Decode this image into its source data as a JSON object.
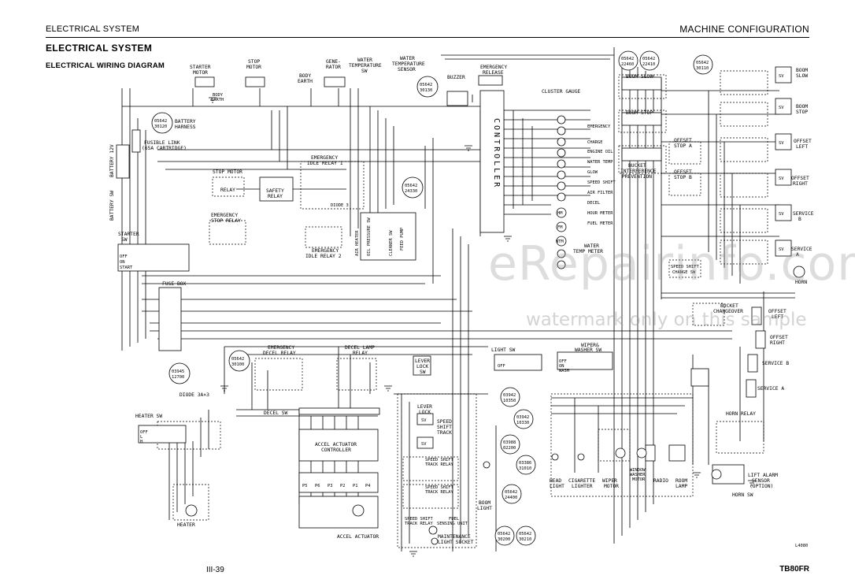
{
  "header": {
    "section": "ELECTRICAL SYSTEM",
    "chapter": "MACHINE CONFIGURATION"
  },
  "title": "ELECTRICAL SYSTEM",
  "subtitle": "ELECTRICAL WIRING DIAGRAM",
  "footer": {
    "page": "III-39",
    "model": "TB80FR"
  },
  "watermark": {
    "site": "eRepairinfo.com",
    "note": "watermark only on this sample"
  },
  "figure_code": "L4080",
  "labels": {
    "starter_motor": [
      "STARTER",
      "MOTOR"
    ],
    "stop_motor": [
      "STOP",
      "MOTOR"
    ],
    "generator": [
      "GENE-",
      "RATOR"
    ],
    "water_temp_sw": [
      "WATER",
      "TEMPERATURE",
      "SW"
    ],
    "water_temp_sensor": [
      "WATER",
      "TEMPERATURE",
      "SENSOR"
    ],
    "buzzer": "BUZZER",
    "emergency_release": [
      "EMERGENCY",
      "RELEASE"
    ],
    "cluster_gauge": "CLUSTER GAUGE",
    "controller": "CONTROLLER",
    "body_earth": [
      "BODY",
      "EARTH"
    ],
    "battery_harness": [
      "BATTERY",
      "HARNESS"
    ],
    "fusible_link": [
      "FUSIBLE LINK",
      "(65A CARTRIDGE)"
    ],
    "battery": "BATTERY 12V",
    "battery_sw": "BATTERY SW",
    "starter_sw": [
      "STARTER",
      "SW"
    ],
    "stop_motor_relay": [
      "STOP MOTOR",
      "RELAY"
    ],
    "safety_relay": [
      "SAFETY",
      "RELAY"
    ],
    "emergency_idle_relay_1": [
      "EMERGENCY",
      "IDLE RELAY 1"
    ],
    "emergency_idle_relay_2": [
      "EMERGENCY",
      "IDLE RELAY 2"
    ],
    "emergency_stop_relay": [
      "EMERGENCY",
      "STOP RELAY"
    ],
    "diode_3": "DIODE 3",
    "air_heater": "AIR HEATER",
    "oil_pressure_sw": "OIL PRESSURE SW",
    "air_cleaner_sw": "CLEANER SW",
    "feed_pump": "FEED PUMP",
    "fuse_box": "FUSE BOX",
    "gauges": [
      "EMERGENCY",
      "CHARGE",
      "ENGINE OIL",
      "WATER TEMP",
      "GLOW",
      "SPEED SHIFT",
      "AIR FILTER",
      "DECEL",
      "HOUR METER",
      "FUEL METER"
    ],
    "gauge_marks": [
      "HM",
      "FM",
      "WTM"
    ],
    "water_temp_meter": [
      "WATER",
      "TEMP METER"
    ],
    "boom_slow_sw": "BOOM SLOW",
    "boom_stop_sw": "BOOM STOP",
    "bucket_interference": [
      "BUCKET",
      "INTERFERENCE",
      "PREVENTION"
    ],
    "offset_stop_a": [
      "OFFSET",
      "STOP A"
    ],
    "offset_stop_b": [
      "OFFSET",
      "STOP B"
    ],
    "speed_shift_change_sw": [
      "SPEED SHIFT",
      "CHANGE SW"
    ],
    "bucket_changeover": [
      "BUCKET",
      "CHANGEOVER"
    ],
    "sol_valves": [
      [
        "BOOM",
        "SLOW"
      ],
      [
        "BOOM",
        "STOP"
      ],
      [
        "OFFSET",
        "LEFT"
      ],
      [
        "OFFSET",
        "RIGHT"
      ],
      [
        "SERVICE",
        "B"
      ],
      [
        "SERVICE",
        "A"
      ]
    ],
    "sv": "SV",
    "horn": "HORN",
    "offset_left": [
      "OFFSET",
      "LEFT"
    ],
    "offset_right": [
      "OFFSET",
      "RIGHT"
    ],
    "service_b": "SERVICE B",
    "service_a": "SERVICE A",
    "horn_relay": "HORN RELAY",
    "lift_alarm": [
      "LIFT ALARM",
      "SENSOR",
      "(OPTION)"
    ],
    "horn_sw": "HORN SW",
    "emergency_decel_relay": [
      "EMERGENCY",
      "DECEL RELAY"
    ],
    "decel_lamp_relay": [
      "DECEL LAMP",
      "RELAY"
    ],
    "decel_sw": "DECEL SW",
    "lever_lock_sw": [
      "LEVER",
      "LOCK",
      "SW"
    ],
    "lever_lock": [
      "LEVER",
      "LOCK"
    ],
    "speed_shift_track": [
      "SPEED",
      "SHIFT",
      "TRACK"
    ],
    "speed_shift_track_relay": [
      "SPEED SHIFT",
      "TRACK RELAY"
    ],
    "fuel_sensing_unit": [
      "FUEL",
      "SENSING UNIT"
    ],
    "maintenance_light": [
      "MAINTENANCE",
      "LIGHT SOCKET"
    ],
    "boom_light": [
      "BOOM",
      "LIGHT"
    ],
    "light_sw": "LIGHT SW",
    "wiper_washer_sw": [
      "WIPER&",
      "WASHER SW"
    ],
    "head_light": [
      "HEAD",
      "LIGHT"
    ],
    "cigarette_lighter": [
      "CIGARETTE",
      "LIGHTER"
    ],
    "wiper_motor": [
      "WIPER",
      "MOTOR"
    ],
    "window_washer_motor": [
      "WINDOW",
      "WASHER",
      "MOTOR"
    ],
    "radio": "RADIO",
    "room_lamp": [
      "ROOM",
      "LAMP"
    ],
    "heater_sw": "HEATER SW",
    "heater": "HEATER",
    "diode": "DIODE 3A×3",
    "accel_controller": [
      "ACCEL ACTUATOR",
      "CONTROLLER"
    ],
    "accel_actuator": "ACCEL ACTUATOR",
    "accel_pins": [
      "P5",
      "P6",
      "P3",
      "P2",
      "P1",
      "P4"
    ],
    "off_on_labels": [
      "OFF",
      "ON"
    ],
    "starter_rows": [
      "OFF",
      "ON",
      "START"
    ],
    "heater_rows": [
      "OFF",
      "L",
      "H"
    ],
    "wiper_rows": [
      "OFF",
      "ON",
      "WASH"
    ]
  },
  "connectors": [
    {
      "id": "c-battery-harness",
      "text": [
        "05642",
        "30120"
      ]
    },
    {
      "id": "c-water-sensor",
      "text": [
        "05642",
        "30130"
      ]
    },
    {
      "id": "c-boom-slow-1",
      "text": [
        "05642",
        "22460"
      ]
    },
    {
      "id": "c-boom-slow-2",
      "text": [
        "05642",
        "22410"
      ]
    },
    {
      "id": "c-right-top",
      "text": [
        "05642",
        "30110"
      ]
    },
    {
      "id": "c-mid",
      "text": [
        "05642",
        "24330"
      ]
    },
    {
      "id": "c-decel",
      "text": [
        "05642",
        "30100"
      ]
    },
    {
      "id": "c-12700",
      "text": [
        "03945",
        "12700"
      ]
    },
    {
      "id": "c-10350",
      "text": [
        "03942",
        "10350"
      ]
    },
    {
      "id": "c-10330",
      "text": [
        "03942",
        "10330"
      ]
    },
    {
      "id": "c-02200",
      "text": [
        "03988",
        "02200"
      ]
    },
    {
      "id": "c-31010",
      "text": [
        "03386",
        "31010"
      ]
    },
    {
      "id": "c-24400",
      "text": [
        "05642",
        "24400"
      ]
    },
    {
      "id": "c-30200",
      "text": [
        "05642",
        "30200"
      ]
    },
    {
      "id": "c-30210",
      "text": [
        "05642",
        "30210"
      ]
    }
  ]
}
